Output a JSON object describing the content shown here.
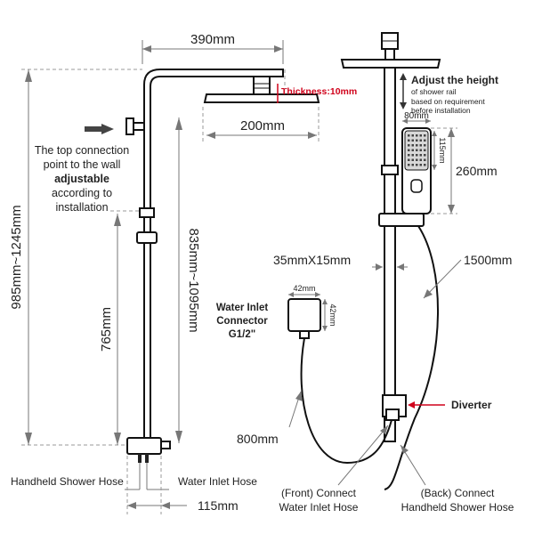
{
  "colors": {
    "accent_red": "#d0021b",
    "line": "#111111",
    "dimension": "#777777"
  },
  "left_view": {
    "dim_rail_width": "390mm",
    "thickness_label": "Thickness:",
    "thickness_value": "10mm",
    "dim_head": "200mm",
    "connection_note": [
      "The top connection",
      "point to the wall",
      "adjustable",
      "according to",
      "installation"
    ],
    "dim_total_height": "985mm~1245mm",
    "dim_rail_height": "835mm~1095mm",
    "dim_lower": "765mm",
    "dim_base": "115mm",
    "label_handheld_hose": "Handheld Shower Hose",
    "label_water_inlet_hose": "Water Inlet Hose"
  },
  "right_view": {
    "adjust_title": "Adjust the height",
    "adjust_notes": [
      "of shower rail",
      "based on requirement",
      "before installation"
    ],
    "dim_handset_width": "80mm",
    "dim_handset_head": "115mm",
    "dim_handset_length": "260mm",
    "dim_rail_section": "35mmX15mm",
    "dim_hose": "1500mm",
    "connector_w": "42mm",
    "connector_h": "42mm",
    "connector_label": [
      "Water Inlet",
      "Connector",
      "G1/2\""
    ],
    "diverter_label": "Diverter",
    "dim_inlet_hose": "800mm",
    "front_connect": [
      "(Front) Connect",
      "Water Inlet Hose"
    ],
    "back_connect": [
      "(Back) Connect",
      "Handheld Shower Hose"
    ]
  }
}
